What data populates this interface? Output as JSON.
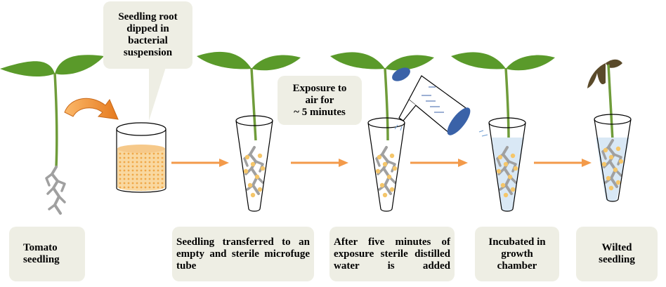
{
  "labels": {
    "tomato_seedling": "Tomato\nseedling",
    "dip_callout": "Seedling root\ndipped in\nbacterial\nsuspension",
    "exposure_box": "Exposure to\nair for\n~ 5 minutes",
    "transfer_box": "Seedling transferred to an empty and sterile microfuge tube",
    "water_box": "After five minutes of exposure sterile distilled water is added",
    "incubate_box": "Incubated in\ngrowth\nchamber",
    "wilted_box": "Wilted\nseedling"
  },
  "colors": {
    "leaf_green": "#5a9a2a",
    "stem_green": "#6f9c3a",
    "arrow_orange": "#f39a4a",
    "box_fill": "#eeeee4",
    "root_gray": "#a0a0a0",
    "bacteria": "#f5c66a",
    "suspension": "#f6c98a",
    "can_blue": "#3a62a8",
    "water_blue": "#d9e8f5",
    "dead_leaf": "#5a4a2a"
  }
}
